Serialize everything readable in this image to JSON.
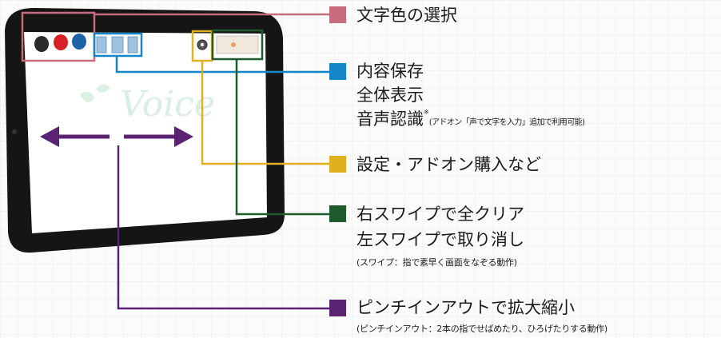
{
  "colors": {
    "pink": "#c66c7b",
    "blue": "#1585c9",
    "yellow": "#e0b020",
    "green": "#1d5a2c",
    "purple": "#5a2270"
  },
  "watermark": "Voice",
  "items": {
    "text_color": "文字色の選択",
    "save": "内容保存",
    "show_all": "全体表示",
    "voice_recognition": "音声認識",
    "voice_mark": "※",
    "voice_note": "(アドオン「声で文字を入力」追加で利用可能)",
    "settings": "設定・アドオン購入など",
    "swipe_right": "右スワイプで全クリア",
    "swipe_left": "左スワイプで取り消し",
    "swipe_note": "(スワイプ：指で素早く画面をなぞる動作)",
    "pinch": "ピンチインアウトで拡大縮小",
    "pinch_note": "(ピンチインアウト：2本の指でせばめたり、ひろげたりする動作)"
  }
}
